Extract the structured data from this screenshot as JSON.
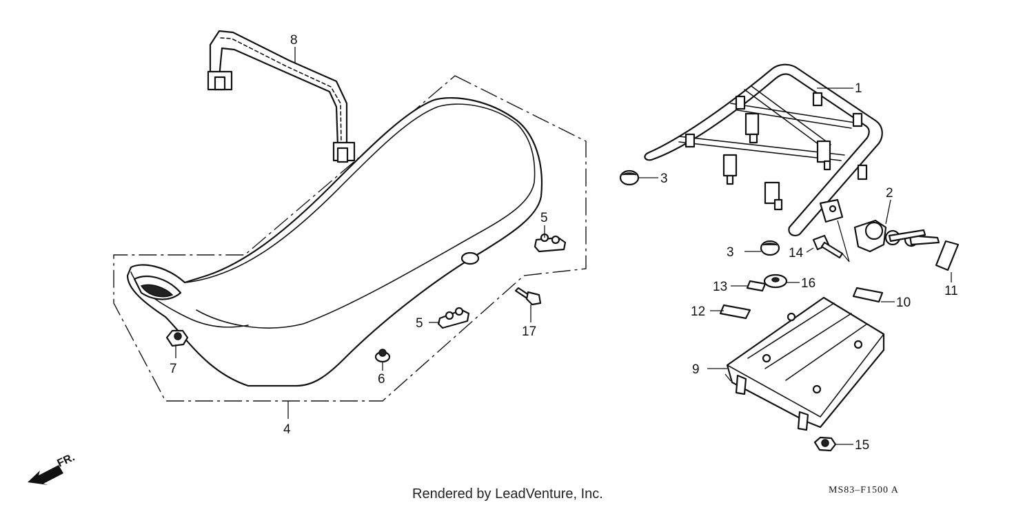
{
  "diagram": {
    "callouts": {
      "c1": "1",
      "c2": "2",
      "c3a": "3",
      "c3b": "3",
      "c4": "4",
      "c5a": "5",
      "c5b": "5",
      "c6": "6",
      "c7": "7",
      "c8": "8",
      "c9": "9",
      "c10": "10",
      "c11": "11",
      "c12": "12",
      "c13": "13",
      "c14": "14",
      "c15": "15",
      "c16": "16",
      "c17": "17"
    },
    "front_indicator": "FR.",
    "footer": "Rendered by LeadVenture, Inc.",
    "drawing_code": "MS83–F1500 A"
  }
}
